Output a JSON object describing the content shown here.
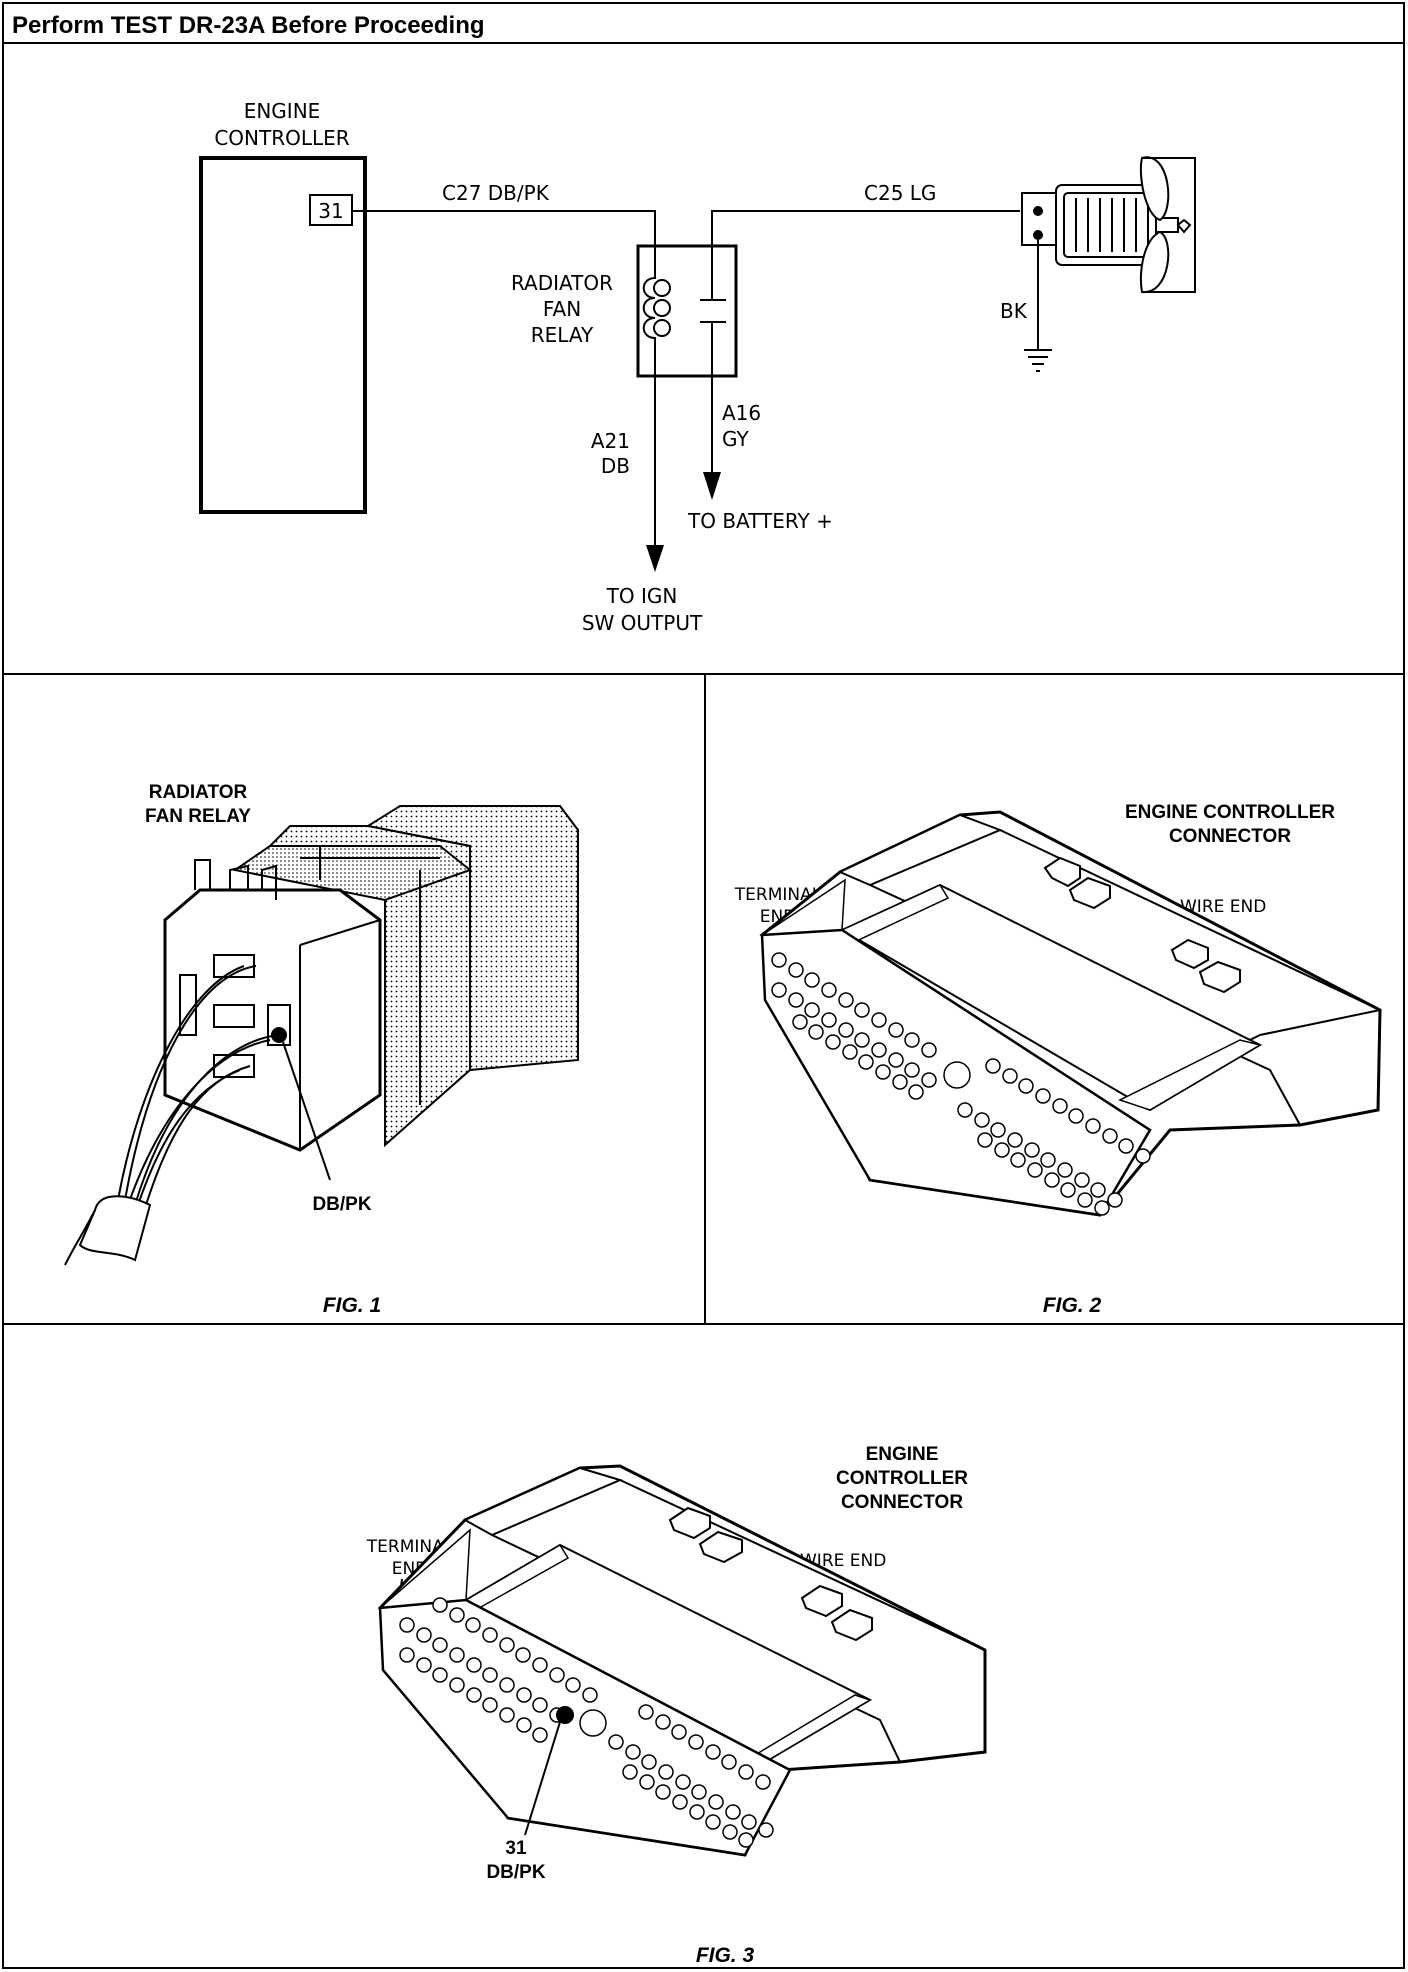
{
  "header": {
    "title": "Perform TEST DR-23A Before Proceeding"
  },
  "schematic": {
    "engine_controller_line1": "ENGINE",
    "engine_controller_line2": "CONTROLLER",
    "pin": "31",
    "wire_c27": "C27 DB/PK",
    "wire_c25": "C25 LG",
    "relay_line1": "RADIATOR",
    "relay_line2": "FAN",
    "relay_line3": "RELAY",
    "wire_bk": "BK",
    "wire_a21_line1": "A21",
    "wire_a21_line2": "DB",
    "wire_a16_line1": "A16",
    "wire_a16_line2": "GY",
    "to_battery": "TO BATTERY +",
    "to_ign_line1": "TO IGN",
    "to_ign_line2": "SW OUTPUT"
  },
  "fig1": {
    "title_line1": "RADIATOR",
    "title_line2": "FAN RELAY",
    "callout": "DB/PK",
    "caption": "FIG. 1"
  },
  "fig2": {
    "title_line1": "ENGINE CONTROLLER",
    "title_line2": "CONNECTOR",
    "terminal_end_line1": "TERMINAL",
    "terminal_end_line2": "END",
    "wire_end": "WIRE END",
    "caption": "FIG. 2"
  },
  "fig3": {
    "title_line1": "ENGINE",
    "title_line2": "CONTROLLER",
    "title_line3": "CONNECTOR",
    "terminal_end_line1": "TERMINAL",
    "terminal_end_line2": "END",
    "wire_end": "WIRE END",
    "callout_line1": "31",
    "callout_line2": "DB/PK",
    "caption": "FIG. 3"
  }
}
